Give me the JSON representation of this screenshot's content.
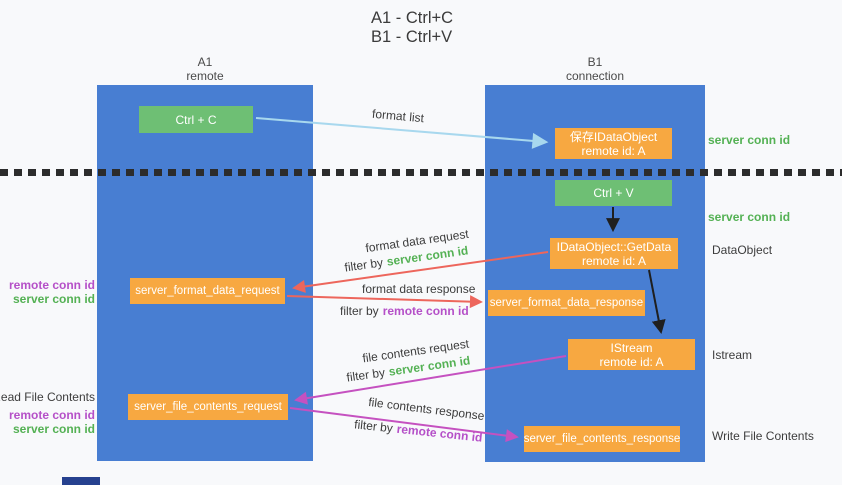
{
  "title": {
    "line1": "A1 - Ctrl+C",
    "line2": "B1 - Ctrl+V"
  },
  "columns": {
    "a1": {
      "name": "A1",
      "subtitle": "remote"
    },
    "b1": {
      "name": "B1",
      "subtitle": "connection"
    }
  },
  "nodes": {
    "ctrl_c": {
      "label": "Ctrl + C"
    },
    "save_dataobject": {
      "line1": "保存IDataObject",
      "line2": "remote id: A"
    },
    "ctrl_v": {
      "label": "Ctrl + V"
    },
    "getdata": {
      "line1": "IDataObject::GetData",
      "line2": "remote id: A"
    },
    "format_request": {
      "label": "server_format_data_request"
    },
    "format_response": {
      "label": "server_format_data_response"
    },
    "istream": {
      "line1": "IStream",
      "line2": "remote id: A"
    },
    "file_request": {
      "label": "server_file_contents_request"
    },
    "file_response": {
      "label": "server_file_contents_response"
    }
  },
  "arrow_labels": {
    "format_list": "format list",
    "format_data_request": "format data request",
    "format_data_response": "format data response",
    "file_contents_request": "file contents request",
    "file_contents_response": "file contents response",
    "filter_by": "filter by",
    "server_conn_id": "server conn id",
    "remote_conn_id": "remote conn id"
  },
  "side_labels": {
    "server_conn_id_top": "server conn id",
    "server_conn_id_mid": "server conn id",
    "dataobject": "DataObject",
    "istream": "Istream",
    "write_file_contents": "Write File Contents",
    "read_file_contents": "Read File Contents",
    "remote_conn_id": "remote conn id",
    "server_conn_id": "server conn id"
  },
  "colors": {
    "column_blue": "#487ed2",
    "box_green": "#6ebf74",
    "box_orange": "#f7a841",
    "arrow_light_blue": "#a8d8ee",
    "arrow_red": "#ed665c",
    "arrow_magenta": "#c551c0",
    "arrow_black": "#1f1f1f",
    "text_green": "#54b154",
    "text_purple": "#b550c8",
    "background": "#f8f9fb",
    "bottom_bar": "#26418f"
  }
}
